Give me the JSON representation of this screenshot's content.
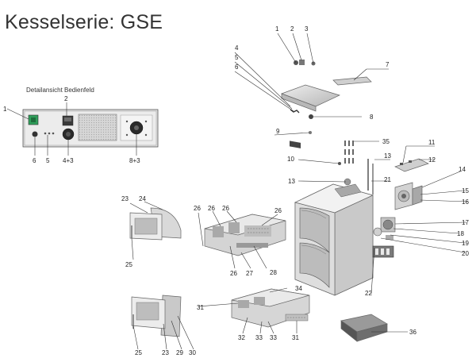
{
  "title": "Kesselserie: GSE",
  "panel_caption": "Detailansicht Bedienfeld",
  "colors": {
    "indicator_green": "#2f9e5a",
    "metal_light": "#dcdcdc",
    "metal_mid": "#bdbdbd",
    "metal_dark": "#8a8a8a"
  },
  "labels": {
    "panel_1": "1",
    "panel_2": "2",
    "panel_6": "6",
    "panel_5": "5",
    "panel_43": "4+3",
    "panel_83": "8+3",
    "p1": "1",
    "p2": "2",
    "p3": "3",
    "p4": "4",
    "p5": "5",
    "p6": "6",
    "p7": "7",
    "p8": "8",
    "p9": "9",
    "p35": "35",
    "p10": "10",
    "p11": "11",
    "p12": "12",
    "p13a": "13",
    "p13b": "13",
    "p14": "14",
    "p15": "15",
    "p16": "16",
    "p17": "17",
    "p18": "18",
    "p19": "19",
    "p20": "20",
    "p21": "21",
    "p22": "22",
    "p23a": "23",
    "p24": "24",
    "p25a": "25",
    "p26a": "26",
    "p26b": "26",
    "p26c": "26",
    "p26d": "26",
    "p26e": "26",
    "p27": "27",
    "p28": "28",
    "p31a": "31",
    "p34": "34",
    "p32": "32",
    "p33a": "33",
    "p33b": "33",
    "p31b": "31",
    "p25b": "25",
    "p23b": "23",
    "p29": "29",
    "p30": "30",
    "p36": "36"
  }
}
